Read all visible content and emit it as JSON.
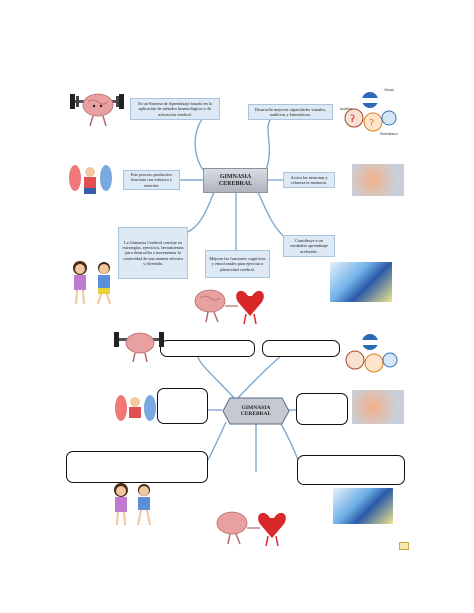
{
  "top_map": {
    "center_title": "GIMNASIA CEREBRAL",
    "node_sistema": "Es un Sistema de Aprendizaje basado en la aplicación de métodos kinesiológicos y de activación cerebral.",
    "node_capacidades": "Desarrolla mayores capacidades visuales, auditivas y kinestésicas.",
    "node_proceso": "Este proceso productivo funciona con esfuerzo y atención.",
    "node_neuronas": "Activa las neuronas y refuerza la memoria.",
    "node_estrategias": "La Gimnasia Cerebral consiste en estrategias, ejercicios, herramientas para desarrollar e incrementar la creatividad de una manera efectiva y divertida.",
    "node_funciones": "Mejorar las funciones cognitivas y emocionales para ejercitar a plasticidad cerebral.",
    "node_aprendizaje": "Contribuye a un verdadero aprendizaje acelerado."
  },
  "bottom_map": {
    "center_title": "GIMNASIA CEREBRAL"
  },
  "senses_labels": {
    "visual": "Visual",
    "auditivo": "Auditivo",
    "kinestesico": "Kinestésico"
  },
  "colors": {
    "connector": "#7fa9d1",
    "node_fill": "#ddeaf6",
    "brain": "#e8a0a0",
    "heart": "#d8282a"
  }
}
